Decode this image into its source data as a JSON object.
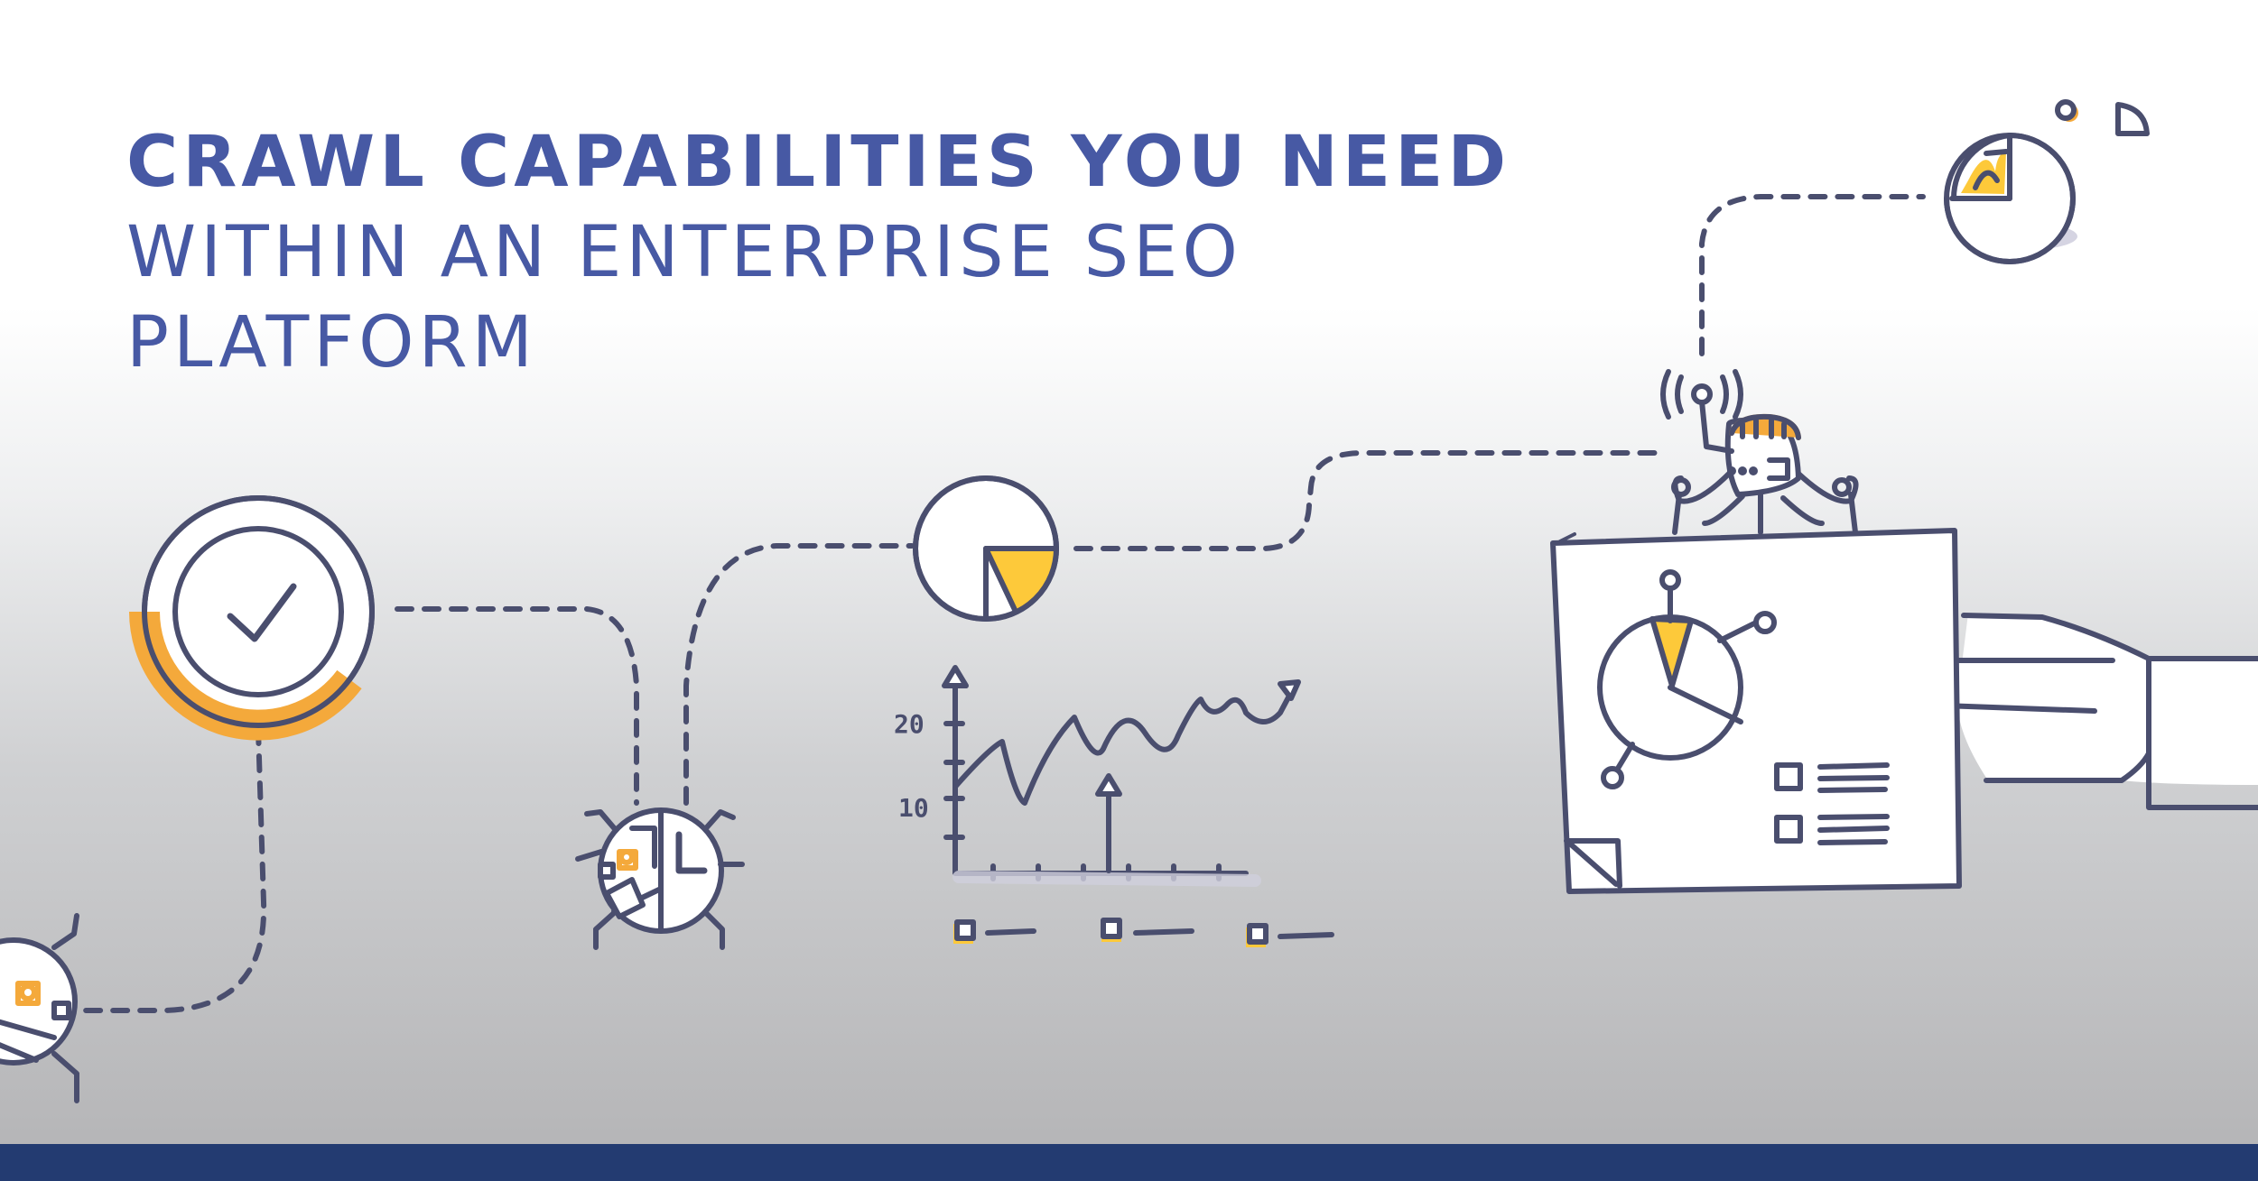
{
  "headline": {
    "line1": "CRAWL CAPABILITIES YOU NEED",
    "line2": "WITHIN AN ENTERPRISE SEO",
    "line3": "PLATFORM"
  },
  "illustration": {
    "chart_tick_20": "20",
    "chart_tick_10": "10",
    "icons": [
      "check-gauge-icon",
      "bug-robot-icon",
      "pie-chart-icon",
      "line-chart-icon",
      "report-board-icon",
      "hand-icon",
      "crawler-robot-icon"
    ]
  },
  "colors": {
    "title_blue": "#4759a4",
    "line_navy": "#4a4e6e",
    "accent_orange": "#f4a93b",
    "accent_yellow": "#fdc93a",
    "bottom_bar": "#233b71"
  }
}
